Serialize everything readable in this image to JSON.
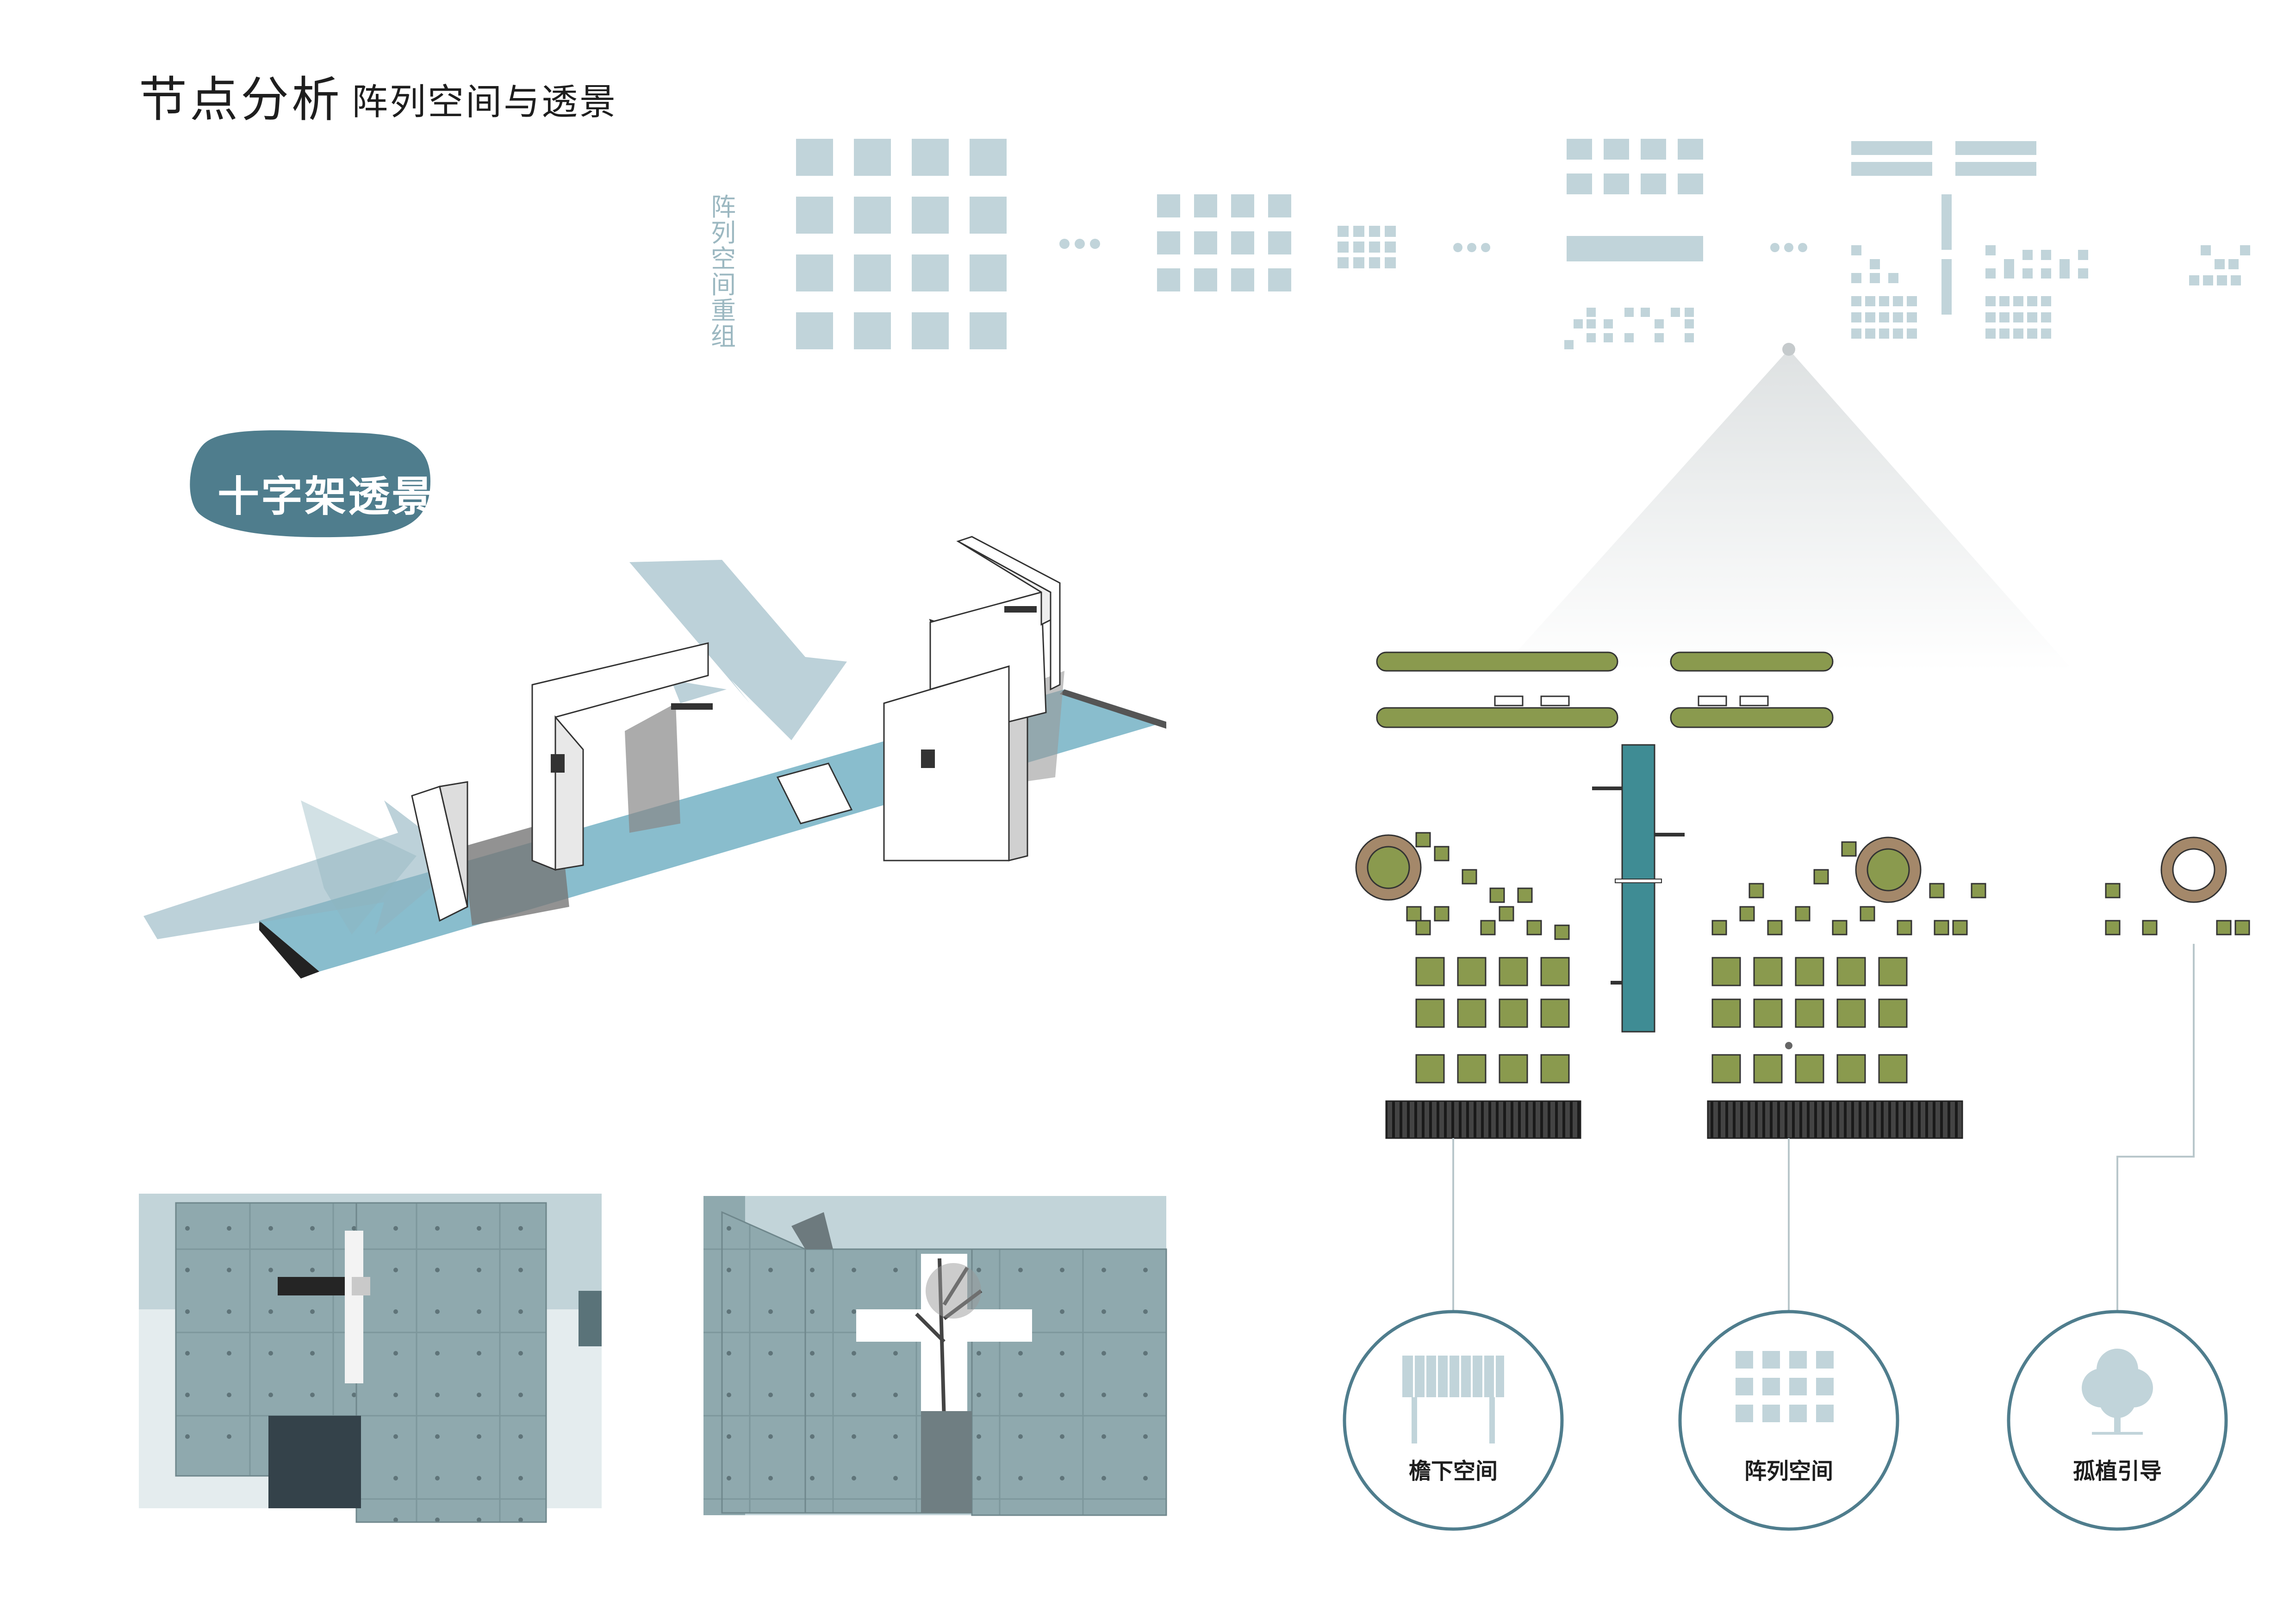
{
  "header": {
    "title": "节点分析",
    "subtitle": "阵列空间与透景"
  },
  "side_label": "阵列空间重组",
  "badge": {
    "label": "十字架透景"
  },
  "legend": [
    {
      "label": "檐下空间",
      "icon": "eave-icon"
    },
    {
      "label": "阵列空间",
      "icon": "grid-icon"
    },
    {
      "label": "孤植引导",
      "icon": "tree-icon"
    }
  ],
  "colors": {
    "accent": "#9fbcc6",
    "accent_dark": "#4f7d8d",
    "grass": "#8a9a4e",
    "water": "#3f8c94",
    "concrete": "#8fa9ae",
    "circle_stroke": "#4f7d8d"
  }
}
